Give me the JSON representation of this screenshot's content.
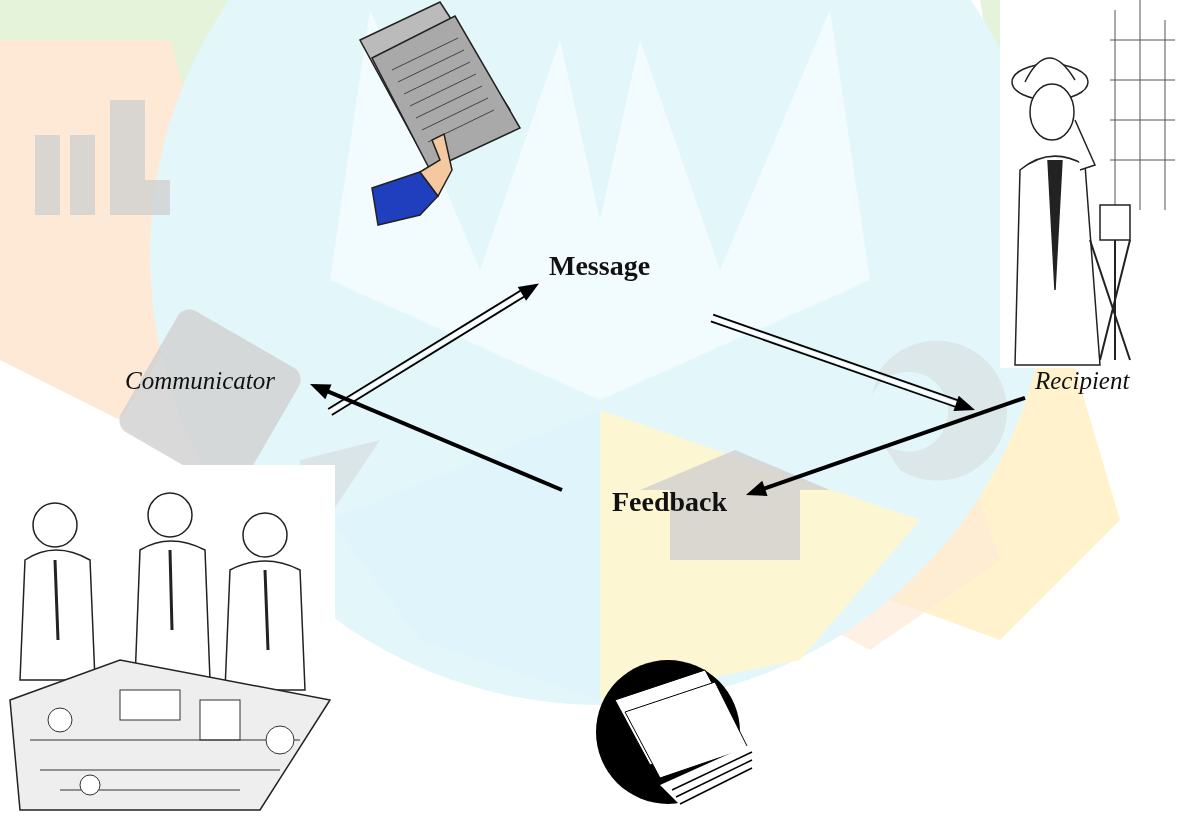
{
  "diagram": {
    "nodes": [
      {
        "text": [
          "Message"
        ]
      },
      {
        "text": [
          "Communicator"
        ]
      },
      {
        "text": [
          "Recipient"
        ]
      },
      {
        "text": [
          "Feedback"
        ]
      }
    ],
    "edges": [
      {
        "from": 1,
        "to": 0,
        "arrow": "to"
      },
      {
        "from": 0,
        "to": 2,
        "arrow": "to"
      },
      {
        "from": 2,
        "to": 3,
        "arrow": "to"
      },
      {
        "from": 3,
        "to": 1,
        "arrow": "to"
      }
    ]
  }
}
